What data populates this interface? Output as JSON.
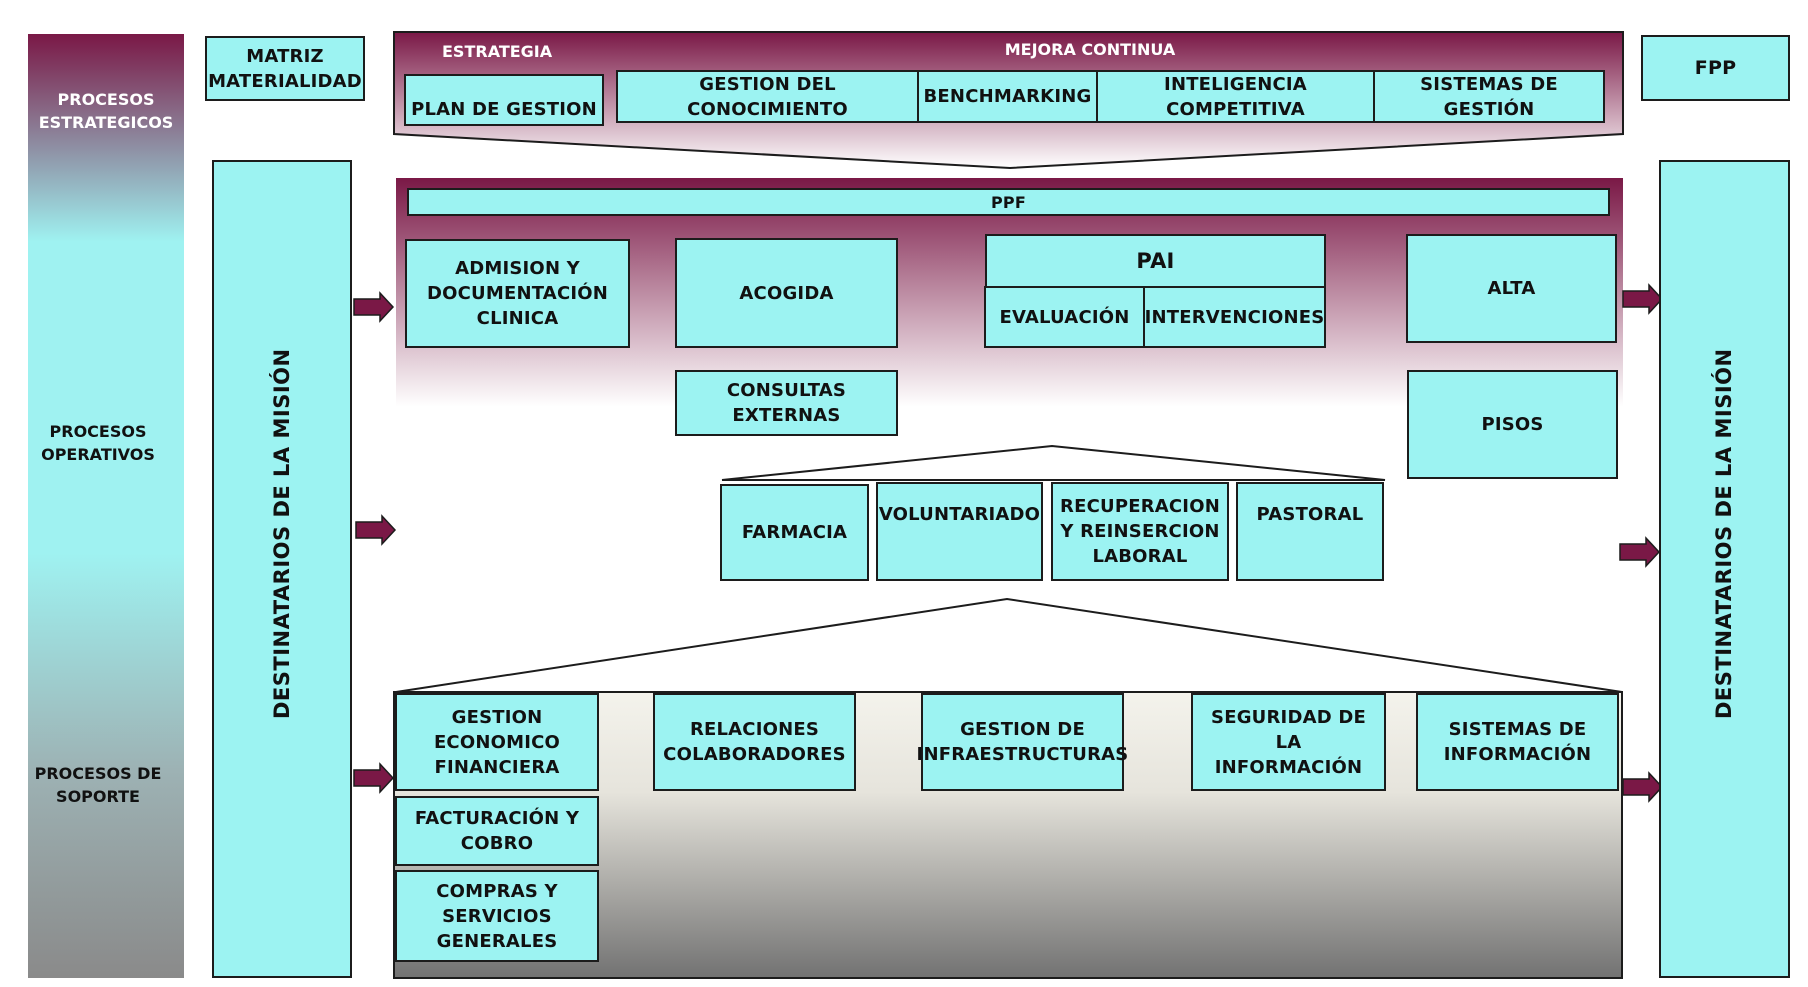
{
  "colors": {
    "box_fill": "#9cf3f2",
    "maroon": "#7a1846",
    "dark_gray": "#7d7d7d",
    "arrow": "#7a1846"
  },
  "sidebar": {
    "strategic": "PROCESOS ESTRATEGICOS",
    "operative": "PROCESOS OPERATIVOS",
    "support": "PROCESOS DE SOPORTE"
  },
  "top": {
    "matriz": "MATRIZ MATERIALIDAD",
    "estrategia": "ESTRATEGIA",
    "mejora": "MEJORA CONTINUA",
    "plan": "PLAN DE GESTION",
    "items": [
      "GESTION DEL CONOCIMIENTO",
      "BENCHMARKING",
      "INTELIGENCIA COMPETITIVA",
      "SISTEMAS DE GESTIÓN"
    ],
    "fpp": "FPP"
  },
  "destinatarios": {
    "left": "DESTINATARIOS DE LA MISIÓN",
    "right": "DESTINATARIOS DE LA MISIÓN"
  },
  "operative": {
    "ppf": "PPF",
    "admision": "ADMISION Y DOCUMENTACIÓN CLINICA",
    "acogida": "ACOGIDA",
    "consultas": "CONSULTAS EXTERNAS",
    "pai": "PAI",
    "evaluacion": "EVALUACIÓN",
    "intervenciones": "INTERVENCIONES",
    "alta": "ALTA",
    "pisos": "PISOS",
    "farmacia": "FARMACIA",
    "voluntariado": "VOLUNTARIADO",
    "recuperacion": "RECUPERACION Y REINSERCION LABORAL",
    "pastoral": "PASTORAL"
  },
  "support": {
    "gestion_economico": "GESTION ECONOMICO FINANCIERA",
    "facturacion": "FACTURACIÓN Y COBRO",
    "compras": "COMPRAS Y SERVICIOS GENERALES",
    "relaciones": "RELACIONES COLABORADORES",
    "infraestructuras": "GESTION DE INFRAESTRUCTURAS",
    "seguridad": "SEGURIDAD DE LA INFORMACIÓN",
    "sistemas_info": "SISTEMAS DE INFORMACIÓN"
  }
}
